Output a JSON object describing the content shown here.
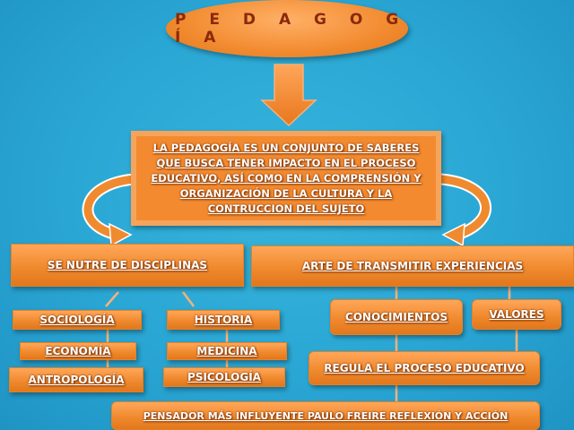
{
  "title": "P E D A G O G Í A",
  "definition": "LA PEDAGOGÍA ES UN CONJUNTO DE SABERES QUE  BUSCA TENER IMPACTO EN EL PROCESO  EDUCATIVO, ASÍ COMO EN LA COMPRENSIÓN Y ORGANIZACIÓN DE LA CULTURA Y LA CONTRUCCION DEL SUJETO",
  "left_branch": {
    "label": "SE NUTRE DE DISCIPLINAS",
    "disciplines": [
      "SOCIOLOGÍA",
      "ECONOMÍA",
      "ANTROPOLOGÍA",
      "HISTORIA",
      "MEDICINA",
      "PSICOLOGÍA"
    ]
  },
  "right_branch": {
    "label": "ARTE DE TRANSMITIR EXPERIENCIAS",
    "items": [
      "CONOCIMIENTOS",
      "VALORES"
    ],
    "regula": "REGULA EL PROCESO EDUCATIVO"
  },
  "footer": "PENSADOR MÁS INFLUYENTE PAULO FREIRE REFLEXIÓN Y ACCIÓN",
  "colors": {
    "background": "#2aa6d4",
    "box": "#f08a2e",
    "title_text": "#8a2a0a",
    "text": "#ffffff"
  }
}
